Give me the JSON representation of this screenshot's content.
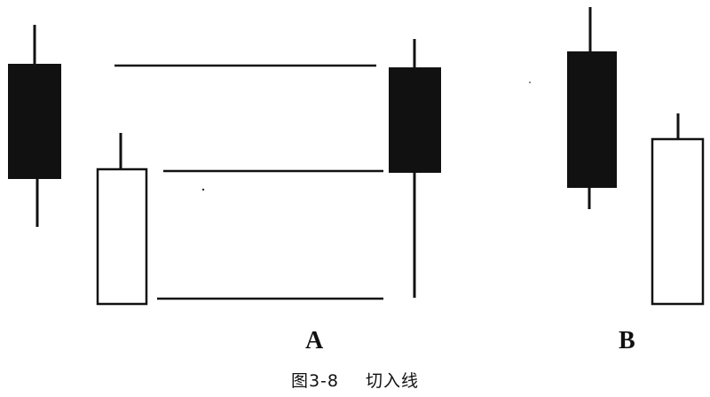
{
  "figure": {
    "caption_number": "图3-8",
    "caption_title": "切入线",
    "groups": [
      {
        "label": "A"
      },
      {
        "label": "B"
      }
    ]
  },
  "colors": {
    "bearish_body": "#111111",
    "bullish_body": "#ffffff",
    "outline": "#111111"
  }
}
